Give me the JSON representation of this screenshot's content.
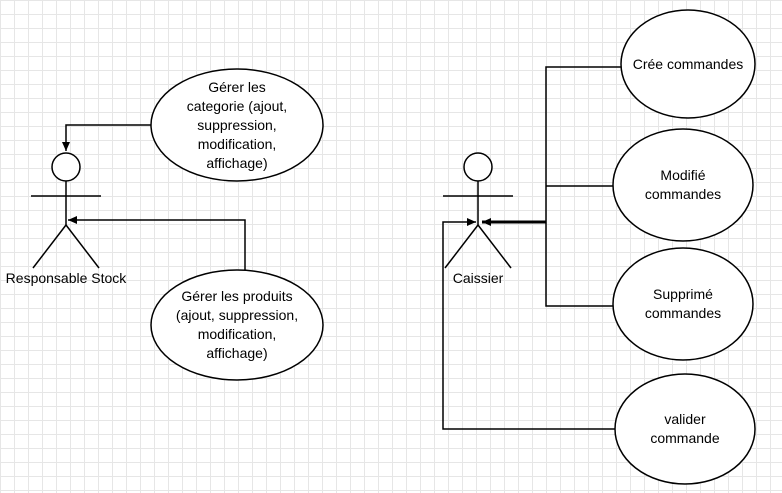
{
  "actors": {
    "stock": {
      "name": "Responsable Stock"
    },
    "cashier": {
      "name": "Caissier"
    }
  },
  "use_cases": {
    "gerer_categorie": [
      "Gérer les",
      "categorie (ajout,",
      "suppression,",
      "modification,",
      "affichage)"
    ],
    "gerer_produits": [
      "Gérer les produits",
      "(ajout, suppression,",
      "modification,",
      "affichage)"
    ],
    "cree_commandes": [
      "Crée commandes"
    ],
    "modifie_commandes": [
      "Modifié",
      "commandes"
    ],
    "supprime_commandes": [
      "Supprimé",
      "commandes"
    ],
    "valider_commande": [
      "valider",
      "commande"
    ]
  }
}
